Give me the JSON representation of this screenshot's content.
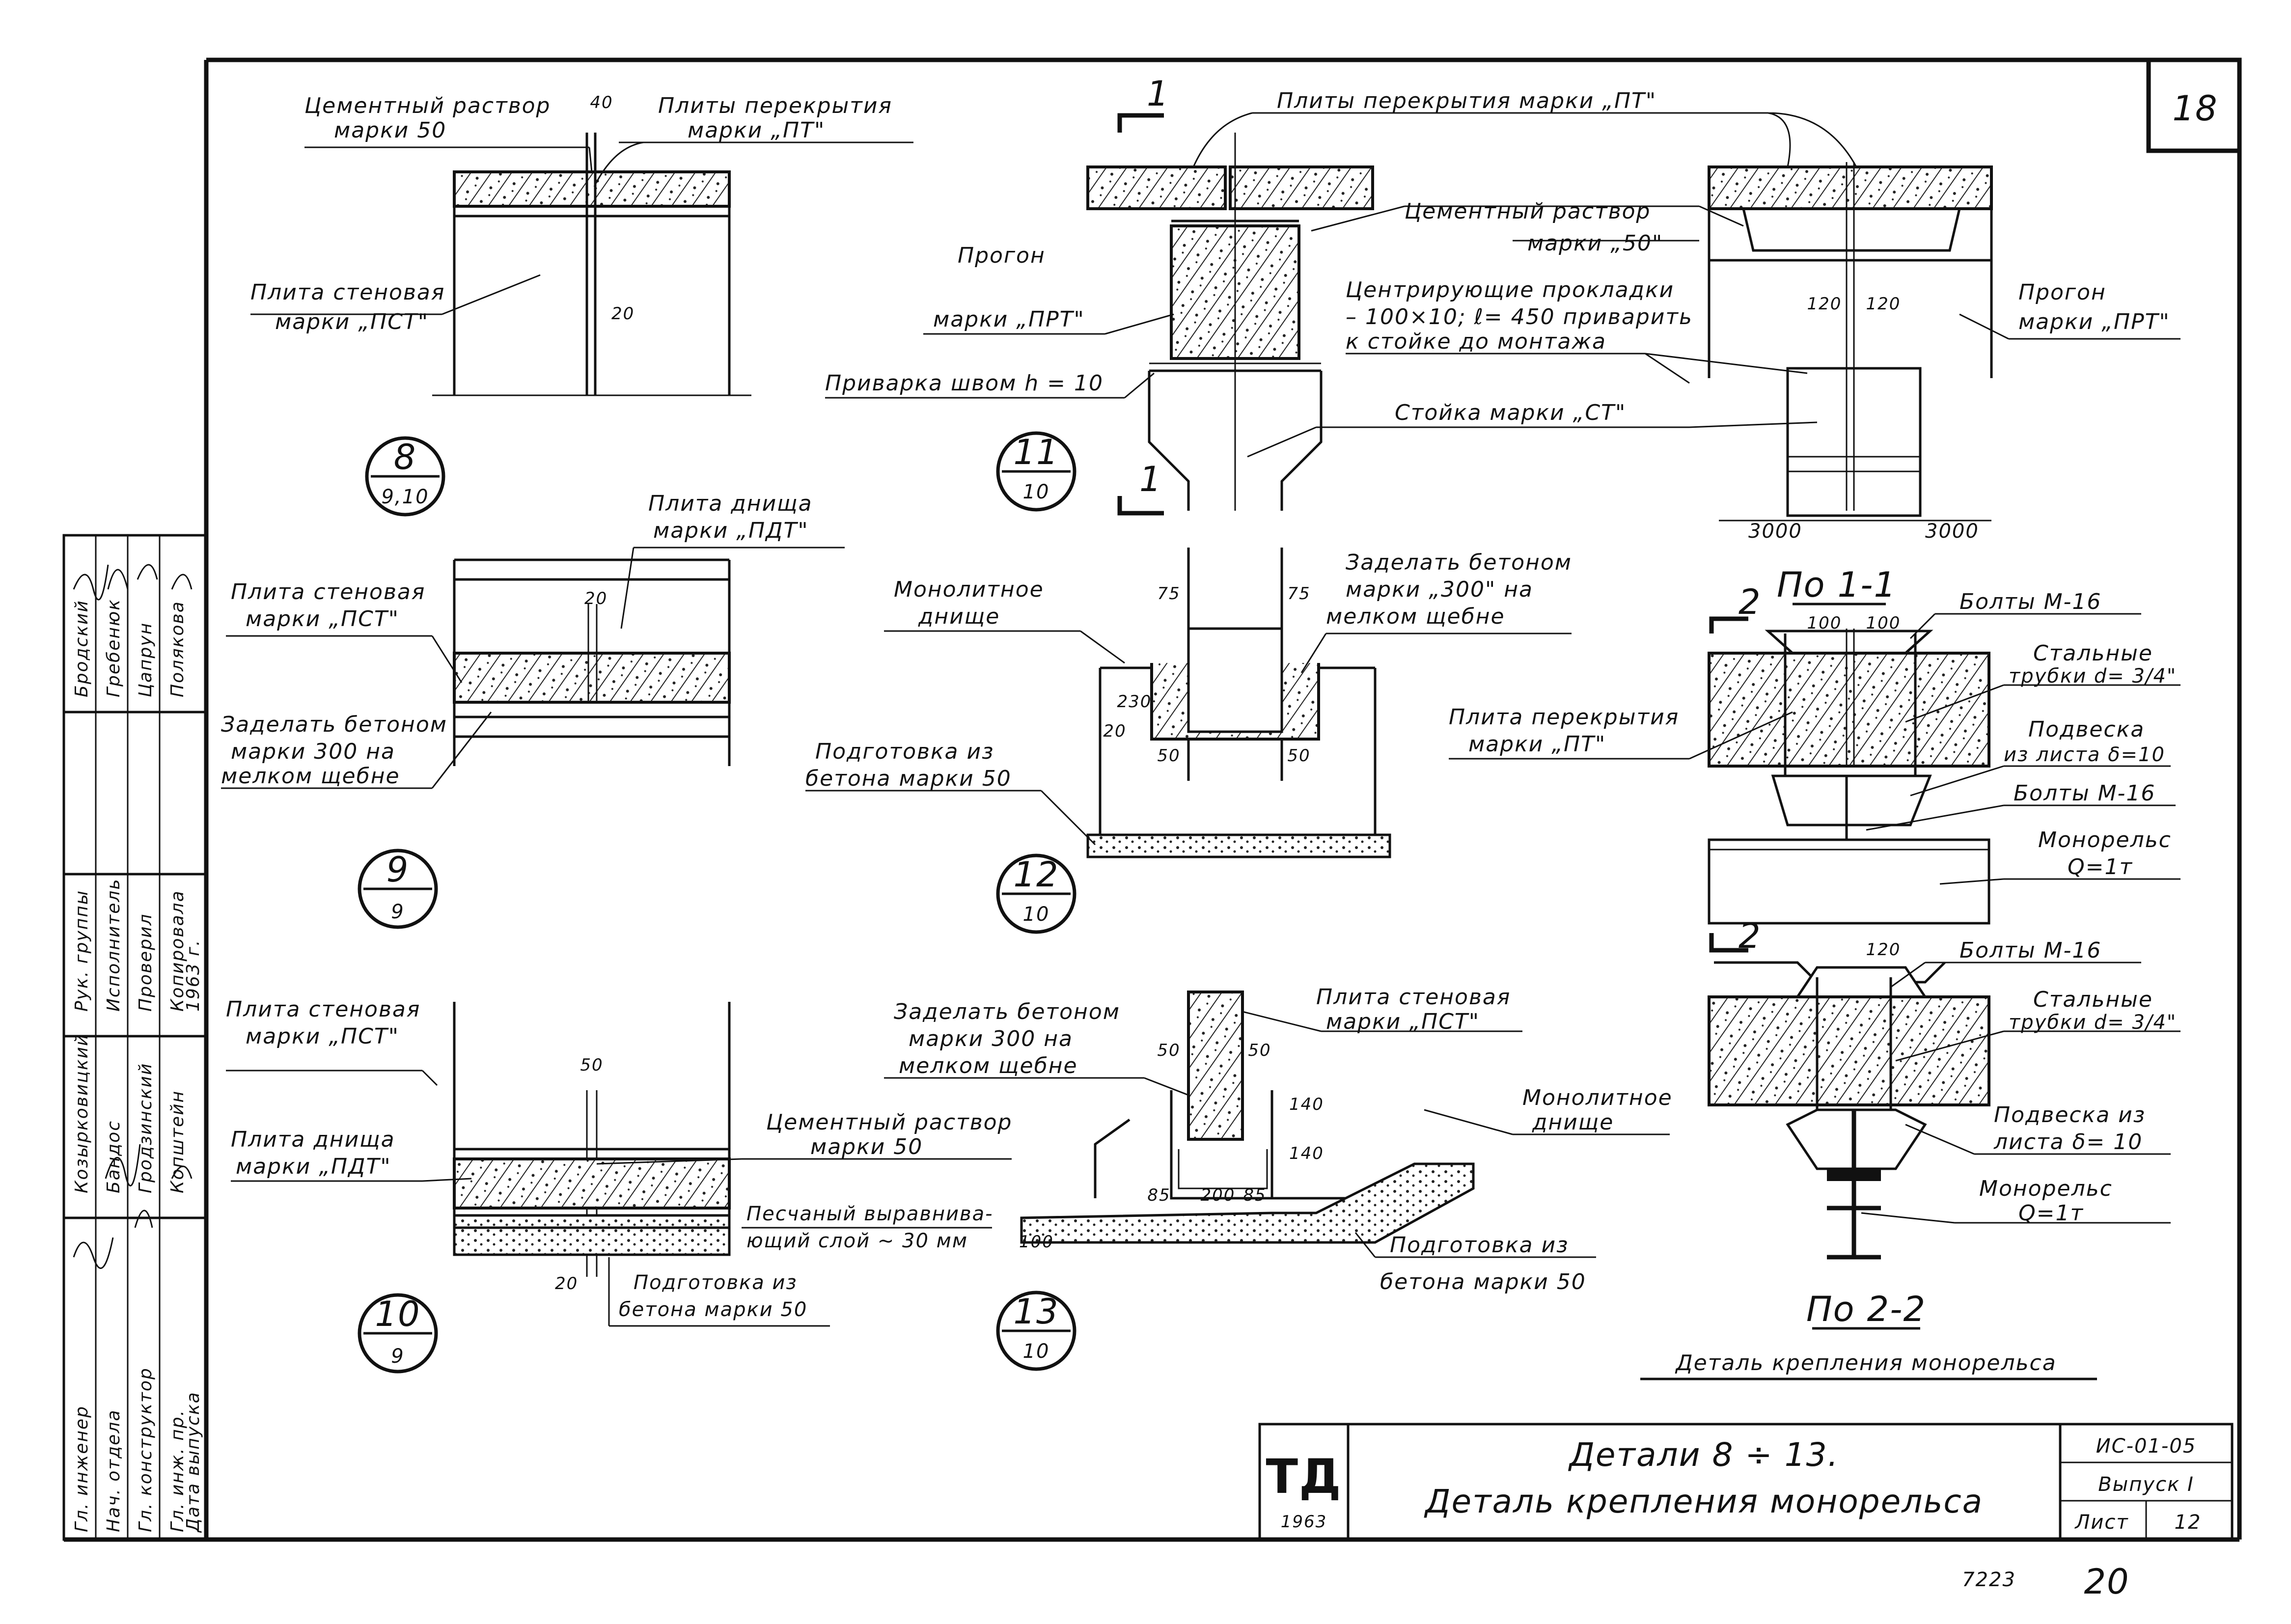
{
  "sheet": {
    "number": "18",
    "bottom_number": "7223",
    "bottom_page": "20",
    "code": "ИС-01-05",
    "issue": "Выпуск I",
    "list_label": "Лист",
    "list_value": "12",
    "logo_text": "ТД",
    "logo_year": "1963",
    "title_line1": "Детали 8 ÷ 13.",
    "title_line2": "Деталь крепления монорельса"
  },
  "stamp": {
    "roles": [
      "Гл. инженер",
      "Нач. отдела",
      "Гл. конструктор",
      "Гл. инж. пр.",
      "Дата выпуска",
      "Рук. группы",
      "Исполнитель",
      "Проверил",
      "Копировала"
    ],
    "names": [
      "Козырковицкий",
      "Бандос",
      "Гродзинский",
      "Копштейн",
      "1963 г.",
      "Бродский",
      "Гребенюк",
      "Цапрун",
      "Полякова"
    ]
  },
  "detail8": {
    "label_mortar": "Цементный раствор",
    "label_mortar2": "марки 50",
    "dim_top": "40",
    "label_slab": "Плиты перекрытия",
    "label_slab2": "марки „ПТ\"",
    "label_wall": "Плита стеновая",
    "label_wall2": "марки „ПСТ\"",
    "dim_gap": "20",
    "mark_num": "8",
    "mark_ref": "9,10"
  },
  "detail9": {
    "label_bottom": "Плита днища",
    "label_bottom2": "марки „ПДТ\"",
    "label_wall": "Плита стеновая",
    "label_wall2": "марки „ПСТ\"",
    "dim_gap": "20",
    "label_fill": "Заделать бетоном",
    "label_fill2": "марки 300 на",
    "label_fill3": "мелком щебне",
    "mark_num": "9",
    "mark_ref": "9"
  },
  "detail10": {
    "label_wall": "Плита стеновая",
    "label_wall2": "марки „ПСТ\"",
    "dim_gap": "50",
    "label_bottom": "Плита днища",
    "label_bottom2": "марки „ПДТ\"",
    "label_mortar": "Цементный раствор",
    "label_mortar2": "марки 50",
    "label_sand": "Песчаный выравнива-",
    "label_sand2": "ющий слой ~ 30 мм",
    "dim_bottom": "20",
    "label_prep": "Подготовка из",
    "label_prep2": "бетона марки 50",
    "mark_num": "10",
    "mark_ref": "9"
  },
  "detail11": {
    "section_mark": "1",
    "label_slab": "Плиты перекрытия марки „ПТ\"",
    "label_mortar": "Цементный раствор",
    "label_mortar2": "марки „50\"",
    "label_beam": "Прогон",
    "label_beam2": "марки „ПРТ\"",
    "label_pads": "Центрирующие прокладки",
    "label_pads2": "– 100×10; ℓ= 450 приварить",
    "label_pads3": "к стойке до монтажа",
    "label_weld": "Приварка швом h = 10",
    "label_post": "Стойка   марки „СТ\"",
    "label_beam_r": "Прогон",
    "label_beam_r2": "марки „ПРТ\"",
    "dim_a": "120",
    "dim_b": "120",
    "dim_span1": "3000",
    "dim_span2": "3000",
    "mark_num": "11",
    "mark_ref": "10"
  },
  "detail12": {
    "label_mono": "Монолитное",
    "label_mono2": "днище",
    "label_fill": "Заделать бетоном",
    "label_fill2": "марки „300\" на",
    "label_fill3": "мелком щебне",
    "dim_75a": "75",
    "dim_75b": "75",
    "dim_230": "230",
    "dim_20": "20",
    "dim_50a": "50",
    "dim_50b": "50",
    "label_prep": "Подготовка из",
    "label_prep2": "бетона марки 50",
    "mark_num": "12",
    "mark_ref": "10"
  },
  "detail13": {
    "label_fill": "Заделать бетоном",
    "label_fill2": "марки 300 на",
    "label_fill3": "мелком щебне",
    "label_wall": "Плита стеновая",
    "label_wall2": "марки „ПСТ\"",
    "label_mono": "Монолитное",
    "label_mono2": "днище",
    "dim_50a": "50",
    "dim_50b": "50",
    "dim_140a": "140",
    "dim_140b": "140",
    "dim_85": "85",
    "dim_200": "200",
    "dim_85b": "85",
    "dim_100": "100",
    "label_prep": "Подготовка из",
    "label_prep2": "бетона марки 50",
    "mark_num": "13",
    "mark_ref": "10"
  },
  "section11": {
    "title": "По 1-1",
    "mark": "2",
    "dim_a": "100",
    "dim_b": "100",
    "label_bolts": "Болты М-16",
    "label_tubes": "Стальные",
    "label_tubes2": "трубки d= 3/4\"",
    "label_slab": "Плита перекрытия",
    "label_slab2": "марки „ПТ\"",
    "label_hanger": "Подвеска",
    "label_hanger2": "из листа δ=10",
    "label_bolts2": "Болты М-16",
    "label_rail": "Монорельс",
    "label_rail2": "Q=1т"
  },
  "section22": {
    "title": "По 2-2",
    "mark": "2",
    "dim": "120",
    "label_bolts": "Болты М-16",
    "label_tubes": "Стальные",
    "label_tubes2": "трубки d= 3/4\"",
    "label_hanger": "Подвеска из",
    "label_hanger2": "листа δ= 10",
    "label_rail": "Монорельс",
    "label_rail2": "Q=1т",
    "caption": "Деталь крепления монорельса"
  }
}
